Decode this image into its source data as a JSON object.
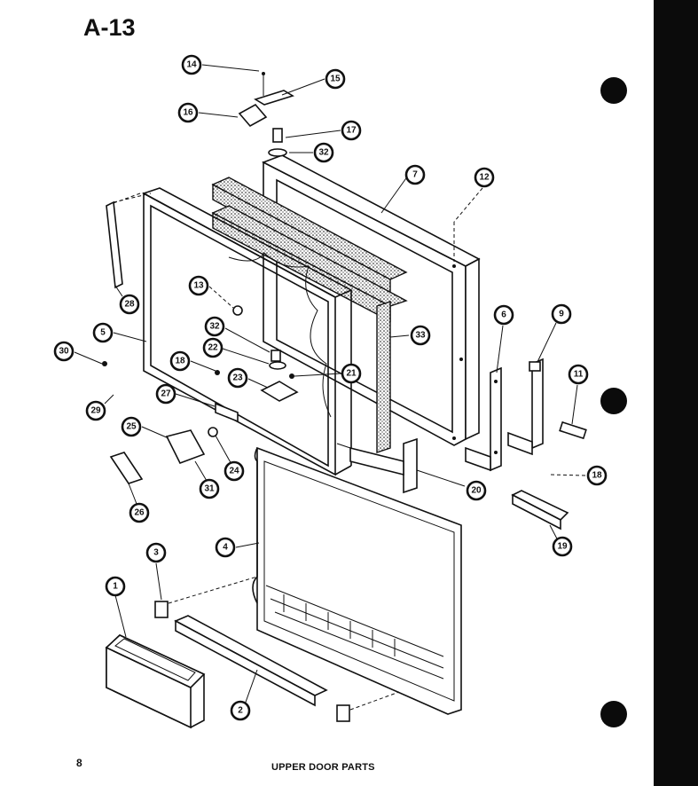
{
  "page_id": "A-13",
  "page_number": "8",
  "caption": "UPPER DOOR PARTS",
  "callouts": [
    {
      "label": "14"
    },
    {
      "label": "15"
    },
    {
      "label": "16"
    },
    {
      "label": "17"
    },
    {
      "label": "32"
    },
    {
      "label": "7"
    },
    {
      "label": "12"
    },
    {
      "label": "28"
    },
    {
      "label": "13"
    },
    {
      "label": "32"
    },
    {
      "label": "22"
    },
    {
      "label": "33"
    },
    {
      "label": "6"
    },
    {
      "label": "9"
    },
    {
      "label": "5"
    },
    {
      "label": "30"
    },
    {
      "label": "18"
    },
    {
      "label": "23"
    },
    {
      "label": "21"
    },
    {
      "label": "11"
    },
    {
      "label": "27"
    },
    {
      "label": "29"
    },
    {
      "label": "25"
    },
    {
      "label": "24"
    },
    {
      "label": "31"
    },
    {
      "label": "26"
    },
    {
      "label": "20"
    },
    {
      "label": "18"
    },
    {
      "label": "4"
    },
    {
      "label": "19"
    },
    {
      "label": "3"
    },
    {
      "label": "1"
    },
    {
      "label": "2"
    }
  ]
}
